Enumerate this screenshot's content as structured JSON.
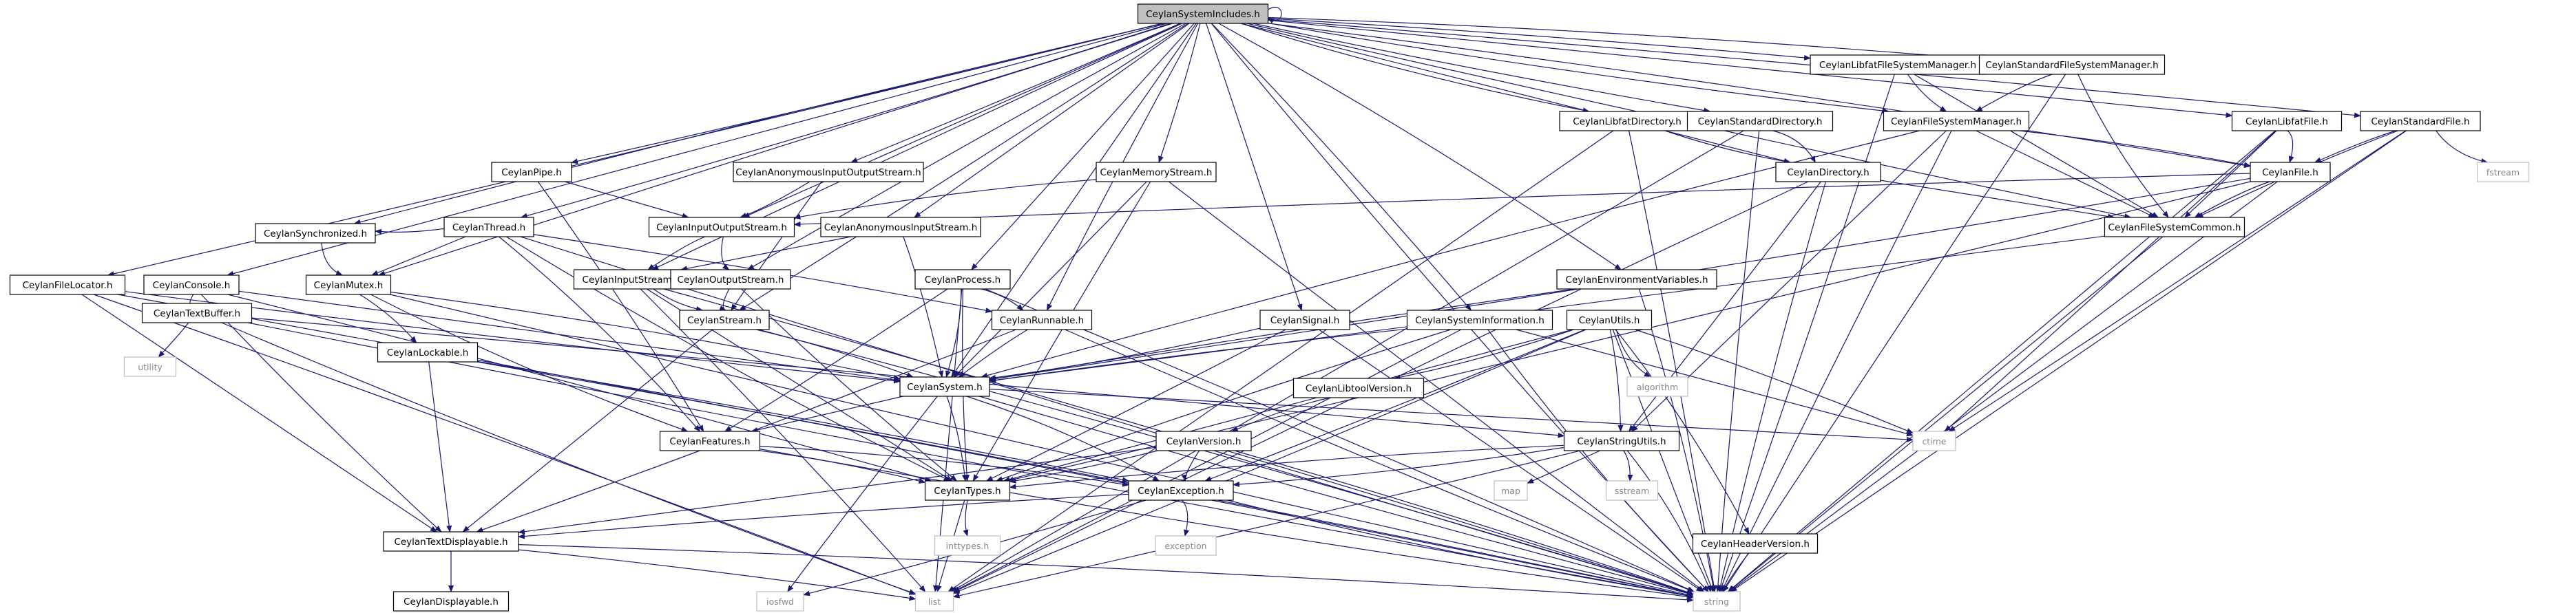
{
  "graph": {
    "root": "CeylanSystemIncludes.h",
    "nodes": [
      {
        "id": "CeylanSystemIncludes.h",
        "system": false,
        "root": true
      },
      {
        "id": "CeylanFileLocator.h",
        "system": false
      },
      {
        "id": "CeylanConsole.h",
        "system": false
      },
      {
        "id": "CeylanTextBuffer.h",
        "system": false
      },
      {
        "id": "CeylanMutex.h",
        "system": false
      },
      {
        "id": "CeylanLockable.h",
        "system": false
      },
      {
        "id": "CeylanSynchronized.h",
        "system": false
      },
      {
        "id": "CeylanThread.h",
        "system": false
      },
      {
        "id": "CeylanPipe.h",
        "system": false
      },
      {
        "id": "CeylanInputOutputStream.h",
        "system": false
      },
      {
        "id": "CeylanInputStream.h",
        "system": false
      },
      {
        "id": "CeylanOutputStream.h",
        "system": false
      },
      {
        "id": "CeylanStream.h",
        "system": false
      },
      {
        "id": "CeylanAnonymousInputOutputStream.h",
        "system": false
      },
      {
        "id": "CeylanAnonymousInputStream.h",
        "system": false
      },
      {
        "id": "CeylanMemoryStream.h",
        "system": false
      },
      {
        "id": "CeylanProcess.h",
        "system": false
      },
      {
        "id": "CeylanRunnable.h",
        "system": false
      },
      {
        "id": "CeylanSystem.h",
        "system": false
      },
      {
        "id": "CeylanFeatures.h",
        "system": false
      },
      {
        "id": "CeylanTypes.h",
        "system": false
      },
      {
        "id": "CeylanException.h",
        "system": false
      },
      {
        "id": "CeylanTextDisplayable.h",
        "system": false
      },
      {
        "id": "CeylanDisplayable.h",
        "system": false
      },
      {
        "id": "CeylanSignal.h",
        "system": false
      },
      {
        "id": "CeylanSystemInformation.h",
        "system": false
      },
      {
        "id": "CeylanEnvironmentVariables.h",
        "system": false
      },
      {
        "id": "CeylanUtils.h",
        "system": false
      },
      {
        "id": "CeylanLibtoolVersion.h",
        "system": false
      },
      {
        "id": "CeylanVersion.h",
        "system": false
      },
      {
        "id": "CeylanStringUtils.h",
        "system": false
      },
      {
        "id": "CeylanHeaderVersion.h",
        "system": false
      },
      {
        "id": "CeylanLibfatDirectory.h",
        "system": false
      },
      {
        "id": "CeylanStandardDirectory.h",
        "system": false
      },
      {
        "id": "CeylanDirectory.h",
        "system": false
      },
      {
        "id": "CeylanLibfatFileSystemManager.h",
        "system": false
      },
      {
        "id": "CeylanStandardFileSystemManager.h",
        "system": false
      },
      {
        "id": "CeylanFileSystemManager.h",
        "system": false
      },
      {
        "id": "CeylanFileSystemCommon.h",
        "system": false
      },
      {
        "id": "CeylanLibfatFile.h",
        "system": false
      },
      {
        "id": "CeylanStandardFile.h",
        "system": false
      },
      {
        "id": "CeylanFile.h",
        "system": false
      },
      {
        "id": "utility",
        "system": true
      },
      {
        "id": "inttypes.h",
        "system": true
      },
      {
        "id": "list",
        "system": true
      },
      {
        "id": "iosfwd",
        "system": true
      },
      {
        "id": "string",
        "system": true
      },
      {
        "id": "exception",
        "system": true
      },
      {
        "id": "map",
        "system": true
      },
      {
        "id": "sstream",
        "system": true
      },
      {
        "id": "algorithm",
        "system": true
      },
      {
        "id": "ctime",
        "system": true
      },
      {
        "id": "fstream",
        "system": true
      }
    ],
    "edges": [
      [
        "CeylanSystemIncludes.h",
        "CeylanSystemIncludes.h"
      ],
      [
        "CeylanSystemIncludes.h",
        "CeylanFileLocator.h"
      ],
      [
        "CeylanSystemIncludes.h",
        "CeylanConsole.h"
      ],
      [
        "CeylanSystemIncludes.h",
        "CeylanMutex.h"
      ],
      [
        "CeylanSystemIncludes.h",
        "CeylanSynchronized.h"
      ],
      [
        "CeylanSystemIncludes.h",
        "CeylanThread.h"
      ],
      [
        "CeylanSystemIncludes.h",
        "CeylanPipe.h"
      ],
      [
        "CeylanSystemIncludes.h",
        "CeylanInputOutputStream.h"
      ],
      [
        "CeylanSystemIncludes.h",
        "CeylanInputStream.h"
      ],
      [
        "CeylanSystemIncludes.h",
        "CeylanOutputStream.h"
      ],
      [
        "CeylanSystemIncludes.h",
        "CeylanStream.h"
      ],
      [
        "CeylanSystemIncludes.h",
        "CeylanAnonymousInputOutputStream.h"
      ],
      [
        "CeylanSystemIncludes.h",
        "CeylanAnonymousInputStream.h"
      ],
      [
        "CeylanSystemIncludes.h",
        "CeylanMemoryStream.h"
      ],
      [
        "CeylanSystemIncludes.h",
        "CeylanProcess.h"
      ],
      [
        "CeylanSystemIncludes.h",
        "CeylanRunnable.h"
      ],
      [
        "CeylanSystemIncludes.h",
        "CeylanSystem.h"
      ],
      [
        "CeylanSystemIncludes.h",
        "CeylanSignal.h"
      ],
      [
        "CeylanSystemIncludes.h",
        "CeylanSystemInformation.h"
      ],
      [
        "CeylanSystemIncludes.h",
        "CeylanEnvironmentVariables.h"
      ],
      [
        "CeylanSystemIncludes.h",
        "CeylanLibfatDirectory.h"
      ],
      [
        "CeylanSystemIncludes.h",
        "CeylanStandardDirectory.h"
      ],
      [
        "CeylanSystemIncludes.h",
        "CeylanDirectory.h"
      ],
      [
        "CeylanSystemIncludes.h",
        "CeylanLibfatFileSystemManager.h"
      ],
      [
        "CeylanSystemIncludes.h",
        "CeylanStandardFileSystemManager.h"
      ],
      [
        "CeylanSystemIncludes.h",
        "CeylanFileSystemManager.h"
      ],
      [
        "CeylanSystemIncludes.h",
        "CeylanFileSystemCommon.h"
      ],
      [
        "CeylanSystemIncludes.h",
        "CeylanLibfatFile.h"
      ],
      [
        "CeylanSystemIncludes.h",
        "CeylanStandardFile.h"
      ],
      [
        "CeylanSystemIncludes.h",
        "CeylanFile.h"
      ],
      [
        "CeylanSystemIncludes.h",
        "string"
      ],
      [
        "CeylanFileLocator.h",
        "CeylanSystem.h"
      ],
      [
        "CeylanFileLocator.h",
        "CeylanTextDisplayable.h"
      ],
      [
        "CeylanFileLocator.h",
        "list"
      ],
      [
        "CeylanFileLocator.h",
        "string"
      ],
      [
        "CeylanConsole.h",
        "CeylanTextBuffer.h"
      ],
      [
        "CeylanConsole.h",
        "CeylanTextDisplayable.h"
      ],
      [
        "CeylanConsole.h",
        "CeylanSystem.h"
      ],
      [
        "CeylanConsole.h",
        "CeylanTypes.h"
      ],
      [
        "CeylanTextBuffer.h",
        "utility"
      ],
      [
        "CeylanTextBuffer.h",
        "list"
      ],
      [
        "CeylanTextBuffer.h",
        "string"
      ],
      [
        "CeylanTextBuffer.h",
        "CeylanStringUtils.h"
      ],
      [
        "CeylanMutex.h",
        "CeylanLockable.h"
      ],
      [
        "CeylanMutex.h",
        "CeylanSystem.h"
      ],
      [
        "CeylanMutex.h",
        "CeylanFeatures.h"
      ],
      [
        "CeylanMutex.h",
        "string"
      ],
      [
        "CeylanLockable.h",
        "CeylanTextDisplayable.h"
      ],
      [
        "CeylanLockable.h",
        "CeylanException.h"
      ],
      [
        "CeylanLockable.h",
        "string"
      ],
      [
        "CeylanSynchronized.h",
        "CeylanMutex.h"
      ],
      [
        "CeylanThread.h",
        "CeylanSynchronized.h"
      ],
      [
        "CeylanThread.h",
        "CeylanMutex.h"
      ],
      [
        "CeylanThread.h",
        "CeylanRunnable.h"
      ],
      [
        "CeylanThread.h",
        "CeylanFeatures.h"
      ],
      [
        "CeylanThread.h",
        "CeylanTypes.h"
      ],
      [
        "CeylanThread.h",
        "string"
      ],
      [
        "CeylanPipe.h",
        "CeylanInputOutputStream.h"
      ],
      [
        "CeylanPipe.h",
        "CeylanFeatures.h"
      ],
      [
        "CeylanInputOutputStream.h",
        "CeylanInputStream.h"
      ],
      [
        "CeylanInputOutputStream.h",
        "CeylanOutputStream.h"
      ],
      [
        "CeylanInputStream.h",
        "CeylanStream.h"
      ],
      [
        "CeylanInputStream.h",
        "CeylanTypes.h"
      ],
      [
        "CeylanInputStream.h",
        "list"
      ],
      [
        "CeylanInputStream.h",
        "string"
      ],
      [
        "CeylanOutputStream.h",
        "CeylanStream.h"
      ],
      [
        "CeylanOutputStream.h",
        "CeylanTypes.h"
      ],
      [
        "CeylanStream.h",
        "CeylanTextDisplayable.h"
      ],
      [
        "CeylanStream.h",
        "CeylanSystem.h"
      ],
      [
        "CeylanStream.h",
        "string"
      ],
      [
        "CeylanAnonymousInputOutputStream.h",
        "CeylanInputOutputStream.h"
      ],
      [
        "CeylanAnonymousInputOutputStream.h",
        "CeylanStream.h"
      ],
      [
        "CeylanAnonymousInputStream.h",
        "CeylanInputStream.h"
      ],
      [
        "CeylanAnonymousInputStream.h",
        "CeylanSystem.h"
      ],
      [
        "CeylanMemoryStream.h",
        "CeylanInputOutputStream.h"
      ],
      [
        "CeylanMemoryStream.h",
        "CeylanSystem.h"
      ],
      [
        "CeylanMemoryStream.h",
        "CeylanTypes.h"
      ],
      [
        "CeylanMemoryStream.h",
        "string"
      ],
      [
        "CeylanProcess.h",
        "CeylanRunnable.h"
      ],
      [
        "CeylanProcess.h",
        "CeylanSystem.h"
      ],
      [
        "CeylanProcess.h",
        "CeylanFeatures.h"
      ],
      [
        "CeylanProcess.h",
        "CeylanTypes.h"
      ],
      [
        "CeylanProcess.h",
        "list"
      ],
      [
        "CeylanProcess.h",
        "string"
      ],
      [
        "CeylanRunnable.h",
        "CeylanSystem.h"
      ],
      [
        "CeylanRunnable.h",
        "CeylanTextDisplayable.h"
      ],
      [
        "CeylanRunnable.h",
        "string"
      ],
      [
        "CeylanSystem.h",
        "CeylanFeatures.h"
      ],
      [
        "CeylanSystem.h",
        "CeylanTypes.h"
      ],
      [
        "CeylanSystem.h",
        "CeylanException.h"
      ],
      [
        "CeylanSystem.h",
        "iosfwd"
      ],
      [
        "CeylanSystem.h",
        "string"
      ],
      [
        "CeylanSystem.h",
        "ctime"
      ],
      [
        "CeylanFeatures.h",
        "CeylanTypes.h"
      ],
      [
        "CeylanFeatures.h",
        "CeylanException.h"
      ],
      [
        "CeylanFeatures.h",
        "string"
      ],
      [
        "CeylanTypes.h",
        "inttypes.h"
      ],
      [
        "CeylanTypes.h",
        "list"
      ],
      [
        "CeylanException.h",
        "CeylanTextDisplayable.h"
      ],
      [
        "CeylanException.h",
        "exception"
      ],
      [
        "CeylanException.h",
        "string"
      ],
      [
        "CeylanException.h",
        "iosfwd"
      ],
      [
        "CeylanTextDisplayable.h",
        "CeylanDisplayable.h"
      ],
      [
        "CeylanTextDisplayable.h",
        "list"
      ],
      [
        "CeylanTextDisplayable.h",
        "string"
      ],
      [
        "CeylanSignal.h",
        "CeylanSystem.h"
      ],
      [
        "CeylanSignal.h",
        "CeylanTypes.h"
      ],
      [
        "CeylanSignal.h",
        "string"
      ],
      [
        "CeylanSystemInformation.h",
        "CeylanSystem.h"
      ],
      [
        "CeylanSystemInformation.h",
        "CeylanTypes.h"
      ],
      [
        "CeylanSystemInformation.h",
        "string"
      ],
      [
        "CeylanSystemInformation.h",
        "list"
      ],
      [
        "CeylanSystemInformation.h",
        "ctime"
      ],
      [
        "CeylanEnvironmentVariables.h",
        "CeylanSystem.h"
      ],
      [
        "CeylanEnvironmentVariables.h",
        "string"
      ],
      [
        "CeylanUtils.h",
        "CeylanLibtoolVersion.h"
      ],
      [
        "CeylanUtils.h",
        "CeylanException.h"
      ],
      [
        "CeylanUtils.h",
        "CeylanTypes.h"
      ],
      [
        "CeylanUtils.h",
        "CeylanStringUtils.h"
      ],
      [
        "CeylanUtils.h",
        "CeylanHeaderVersion.h"
      ],
      [
        "CeylanUtils.h",
        "algorithm"
      ],
      [
        "CeylanUtils.h",
        "list"
      ],
      [
        "CeylanUtils.h",
        "string"
      ],
      [
        "CeylanUtils.h",
        "ctime"
      ],
      [
        "CeylanLibtoolVersion.h",
        "CeylanVersion.h"
      ],
      [
        "CeylanVersion.h",
        "CeylanException.h"
      ],
      [
        "CeylanVersion.h",
        "CeylanTypes.h"
      ],
      [
        "CeylanVersion.h",
        "CeylanTextDisplayable.h"
      ],
      [
        "CeylanVersion.h",
        "string"
      ],
      [
        "CeylanStringUtils.h",
        "CeylanTypes.h"
      ],
      [
        "CeylanStringUtils.h",
        "CeylanException.h"
      ],
      [
        "CeylanStringUtils.h",
        "list"
      ],
      [
        "CeylanStringUtils.h",
        "map"
      ],
      [
        "CeylanStringUtils.h",
        "sstream"
      ],
      [
        "CeylanStringUtils.h",
        "string"
      ],
      [
        "CeylanHeaderVersion.h",
        "string"
      ],
      [
        "CeylanLibfatDirectory.h",
        "CeylanDirectory.h"
      ],
      [
        "CeylanLibfatDirectory.h",
        "list"
      ],
      [
        "CeylanLibfatDirectory.h",
        "string"
      ],
      [
        "CeylanStandardDirectory.h",
        "CeylanDirectory.h"
      ],
      [
        "CeylanStandardDirectory.h",
        "list"
      ],
      [
        "CeylanStandardDirectory.h",
        "string"
      ],
      [
        "CeylanDirectory.h",
        "CeylanFileSystemCommon.h"
      ],
      [
        "CeylanDirectory.h",
        "CeylanStringUtils.h"
      ],
      [
        "CeylanDirectory.h",
        "list"
      ],
      [
        "CeylanDirectory.h",
        "string"
      ],
      [
        "CeylanLibfatFileSystemManager.h",
        "CeylanFileSystemManager.h"
      ],
      [
        "CeylanLibfatFileSystemManager.h",
        "CeylanFileSystemCommon.h"
      ],
      [
        "CeylanLibfatFileSystemManager.h",
        "string"
      ],
      [
        "CeylanStandardFileSystemManager.h",
        "CeylanFileSystemManager.h"
      ],
      [
        "CeylanStandardFileSystemManager.h",
        "CeylanFileSystemCommon.h"
      ],
      [
        "CeylanStandardFileSystemManager.h",
        "string"
      ],
      [
        "CeylanFileSystemManager.h",
        "CeylanFileSystemCommon.h"
      ],
      [
        "CeylanFileSystemManager.h",
        "CeylanFile.h"
      ],
      [
        "CeylanFileSystemManager.h",
        "CeylanSystem.h"
      ],
      [
        "CeylanFileSystemManager.h",
        "CeylanStringUtils.h"
      ],
      [
        "CeylanFileSystemManager.h",
        "string"
      ],
      [
        "CeylanFileSystemCommon.h",
        "CeylanSystem.h"
      ],
      [
        "CeylanFileSystemCommon.h",
        "string"
      ],
      [
        "CeylanLibfatFile.h",
        "CeylanFile.h"
      ],
      [
        "CeylanLibfatFile.h",
        "CeylanFileSystemCommon.h"
      ],
      [
        "CeylanLibfatFile.h",
        "ctime"
      ],
      [
        "CeylanLibfatFile.h",
        "string"
      ],
      [
        "CeylanStandardFile.h",
        "CeylanFile.h"
      ],
      [
        "CeylanStandardFile.h",
        "CeylanFileSystemCommon.h"
      ],
      [
        "CeylanStandardFile.h",
        "fstream"
      ],
      [
        "CeylanStandardFile.h",
        "ctime"
      ],
      [
        "CeylanStandardFile.h",
        "string"
      ],
      [
        "CeylanFile.h",
        "CeylanInputOutputStream.h"
      ],
      [
        "CeylanFile.h",
        "CeylanFileSystemCommon.h"
      ],
      [
        "CeylanFile.h",
        "CeylanSystem.h"
      ],
      [
        "CeylanFile.h",
        "CeylanTypes.h"
      ],
      [
        "CeylanFile.h",
        "string"
      ]
    ]
  }
}
